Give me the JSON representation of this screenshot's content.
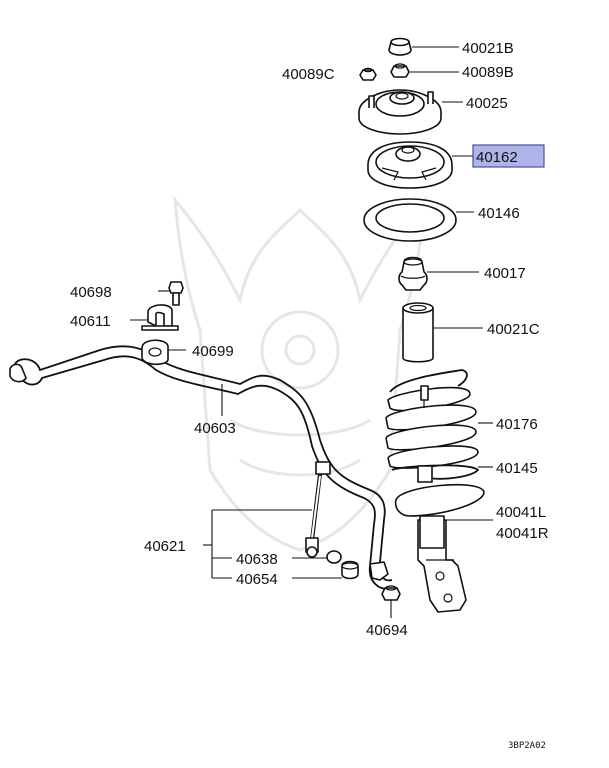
{
  "labels": {
    "p40021B": "40021B",
    "p40089C": "40089C",
    "p40089B": "40089B",
    "p40025": "40025",
    "p40162": "40162",
    "p40146": "40146",
    "p40017": "40017",
    "p40698": "40698",
    "p40611": "40611",
    "p40699": "40699",
    "p40021C": "40021C",
    "p40603": "40603",
    "p40176": "40176",
    "p40145": "40145",
    "p40041L": "40041L",
    "p40041R": "40041R",
    "p40621": "40621",
    "p40638": "40638",
    "p40654": "40654",
    "p40694": "40694"
  },
  "highlight": {
    "fill": "#aeb4e8",
    "stroke": "#4a4f9a"
  },
  "diagram_code": "3BP2A02"
}
